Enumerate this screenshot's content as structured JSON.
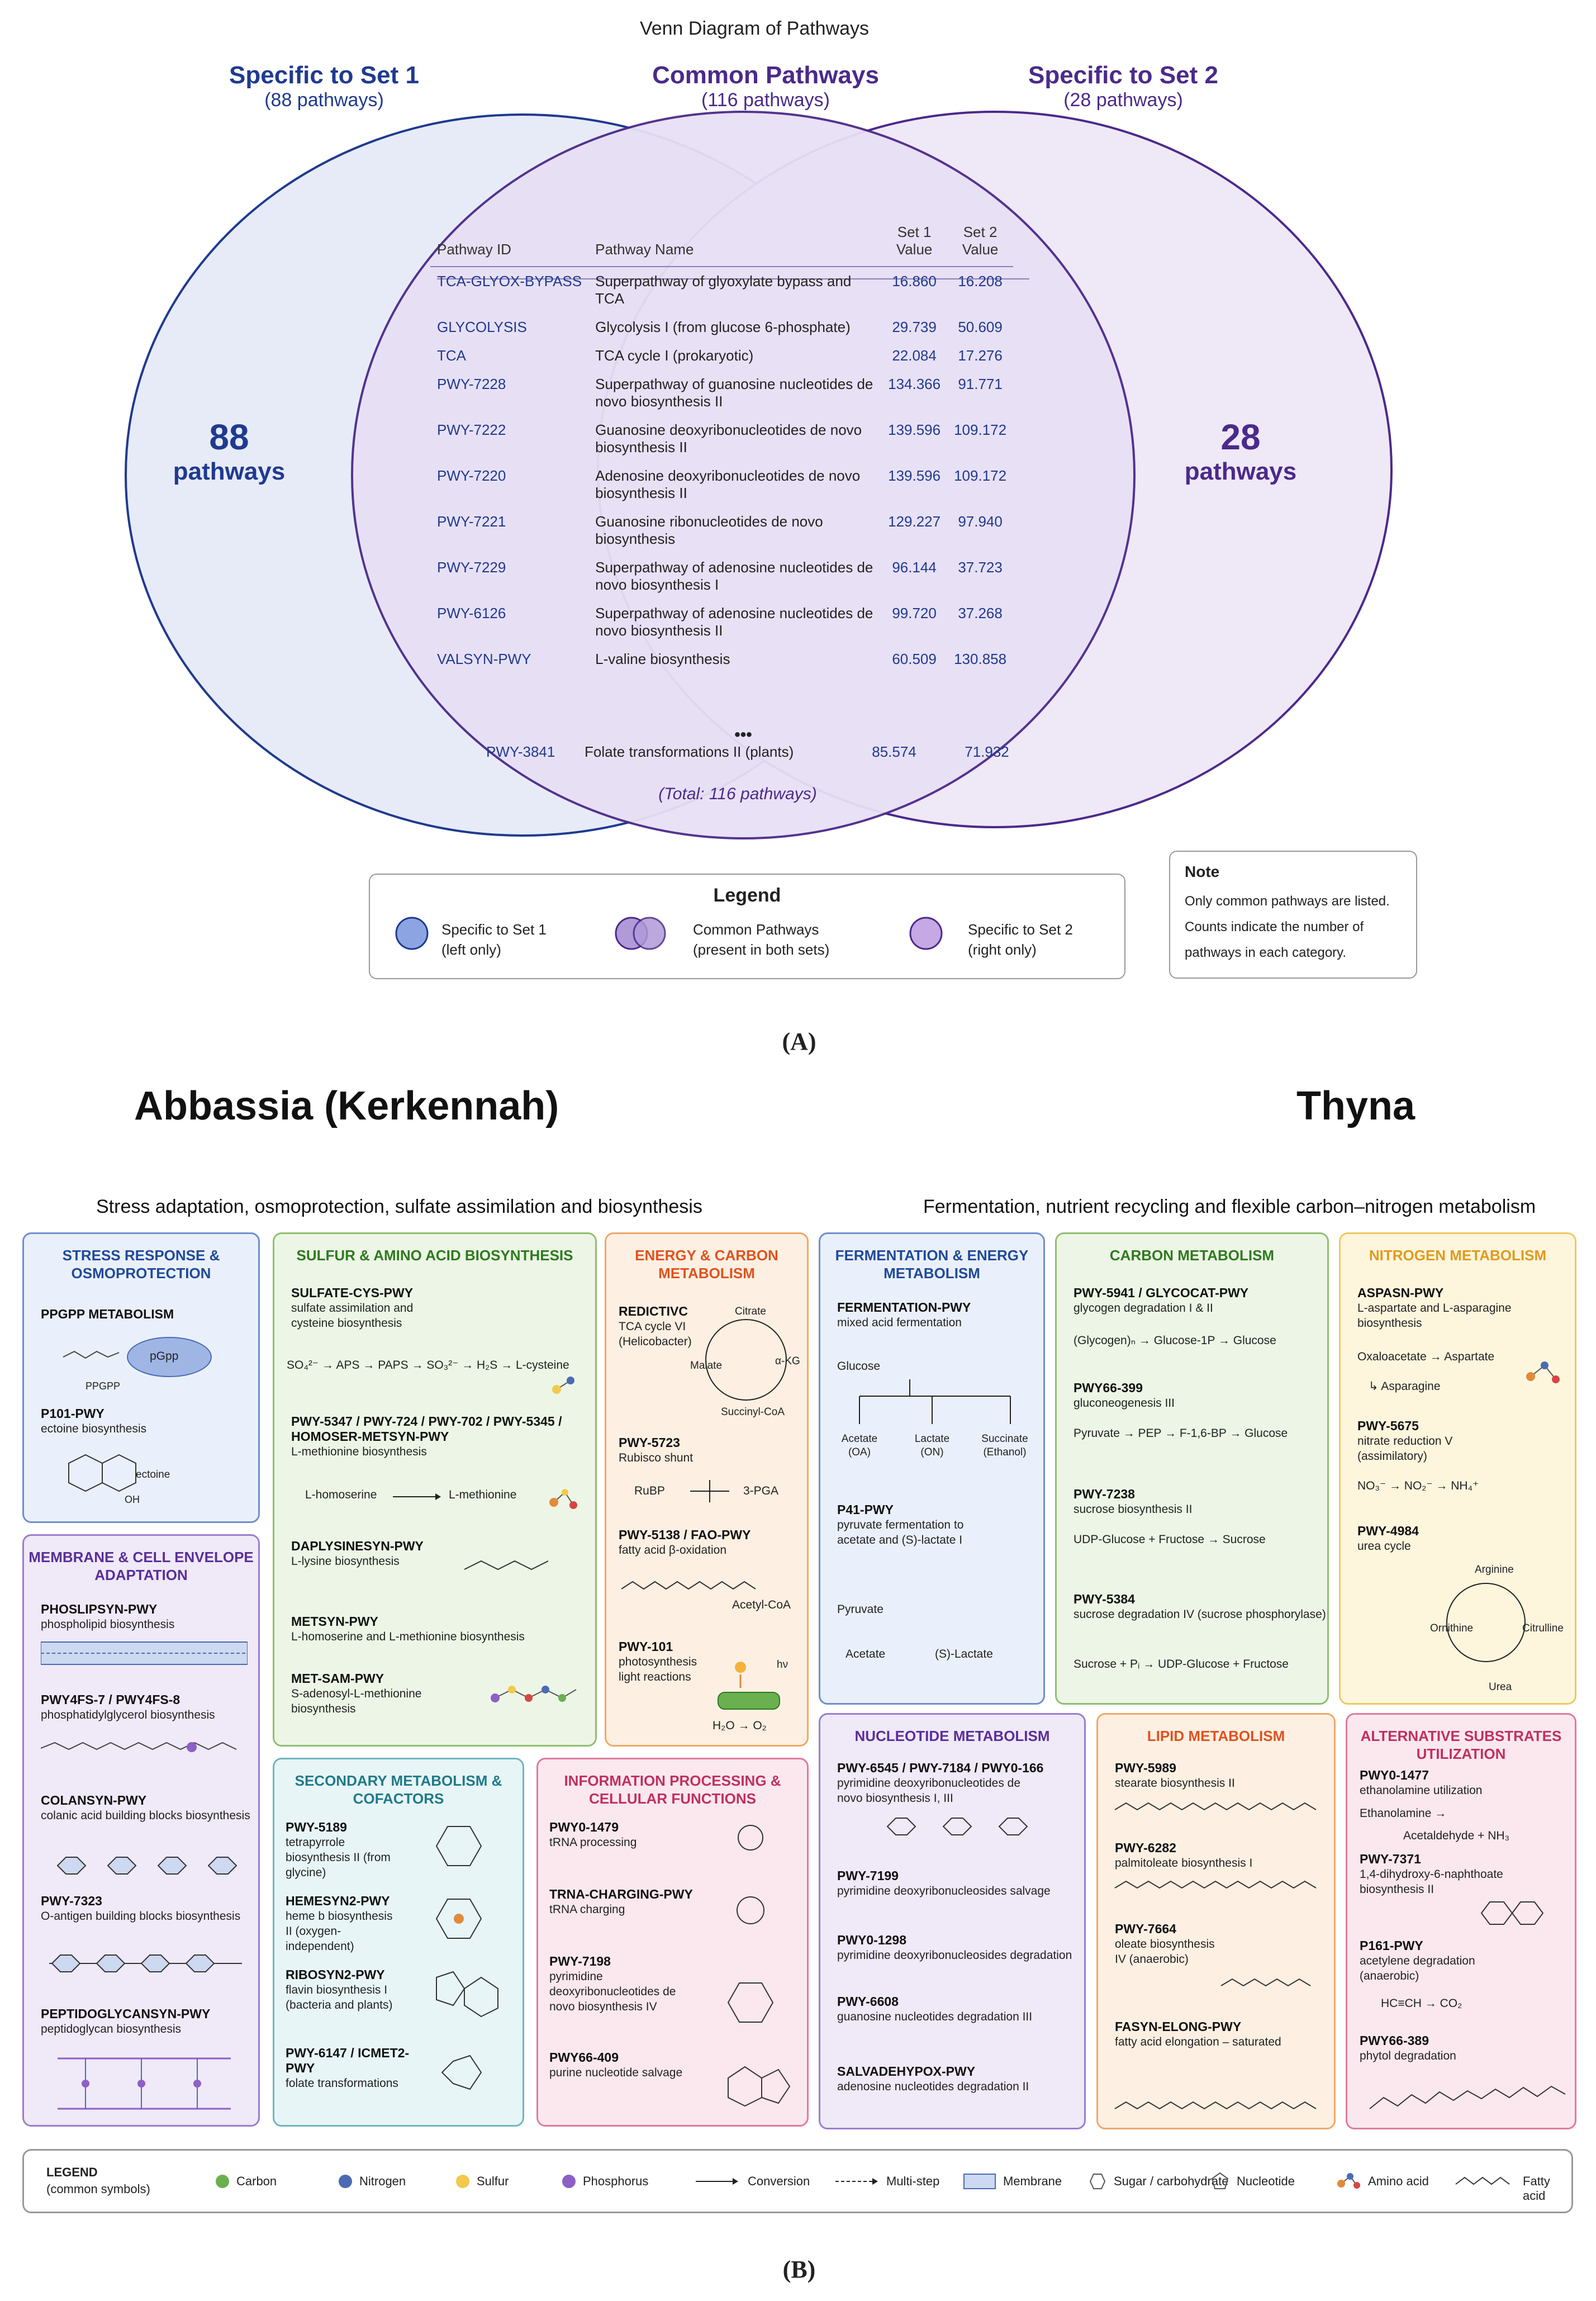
{
  "venn": {
    "title": "Venn Diagram of Pathways",
    "set1": {
      "name": "Specific to Set 1",
      "count_text": "(88 pathways)",
      "big_number": "88",
      "big_word": "pathways",
      "color": "#1f3a8f"
    },
    "common": {
      "name": "Common Pathways",
      "count_text": "(116 pathways)",
      "color": "#4b2a8a"
    },
    "set2": {
      "name": "Specific to Set 2",
      "count_text": "(28 pathways)",
      "big_number": "28",
      "big_word": "pathways",
      "color": "#4b2a8a"
    },
    "table": {
      "headers": {
        "id": "Pathway ID",
        "name": "Pathway Name",
        "set1": "Set 1",
        "set1b": "Value",
        "set2": "Set 2",
        "set2b": "Value"
      },
      "rows": [
        {
          "id": "TCA-GLYOX-BYPASS",
          "name": "Superpathway of glyoxylate bypass and TCA",
          "v1": "16.860",
          "v2": "16.208"
        },
        {
          "id": "GLYCOLYSIS",
          "name": "Glycolysis I (from glucose 6-phosphate)",
          "v1": "29.739",
          "v2": "50.609"
        },
        {
          "id": "TCA",
          "name": "TCA cycle I (prokaryotic)",
          "v1": "22.084",
          "v2": "17.276"
        },
        {
          "id": "PWY-7228",
          "name": "Superpathway of guanosine nucleotides de novo biosynthesis II",
          "v1": "134.366",
          "v2": "91.771"
        },
        {
          "id": "PWY-7222",
          "name": "Guanosine deoxyribonucleotides de novo biosynthesis II",
          "v1": "139.596",
          "v2": "109.172"
        },
        {
          "id": "PWY-7220",
          "name": "Adenosine deoxyribonucleotides de novo biosynthesis II",
          "v1": "139.596",
          "v2": "109.172"
        },
        {
          "id": "PWY-7221",
          "name": "Guanosine ribonucleotides de novo biosynthesis",
          "v1": "129.227",
          "v2": "97.940"
        },
        {
          "id": "PWY-7229",
          "name": "Superpathway of adenosine nucleotides de novo biosynthesis I",
          "v1": "96.144",
          "v2": "37.723"
        },
        {
          "id": "PWY-6126",
          "name": "Superpathway of adenosine nucleotides de novo biosynthesis II",
          "v1": "99.720",
          "v2": "37.268"
        },
        {
          "id": "VALSYN-PWY",
          "name": "L-valine biosynthesis",
          "v1": "60.509",
          "v2": "130.858"
        }
      ],
      "ellipsis": "•••",
      "last_row": {
        "id": "PWY-3841",
        "name": "Folate transformations II (plants)",
        "v1": "85.574",
        "v2": "71.932"
      },
      "total": "(Total: 116 pathways)"
    },
    "legend": {
      "title": "Legend",
      "items": [
        {
          "label1": "Specific to Set 1",
          "label2": "(left only)"
        },
        {
          "label1": "Common Pathways",
          "label2": "(present in both sets)"
        },
        {
          "label1": "Specific to Set 2",
          "label2": "(right only)"
        }
      ]
    },
    "note": {
      "title": "Note",
      "l1": "Only common pathways are listed.",
      "l2": "Counts indicate the number of",
      "l3": "pathways in each category."
    },
    "panel_label": "(A)"
  },
  "panelB": {
    "left_place": "Abbassia (Kerkennah)",
    "right_place": "Thyna",
    "left_sub": "Stress adaptation, osmoprotection, sulfate assimilation and biosynthesis",
    "right_sub": "Fermentation, nutrient recycling and flexible carbon–nitrogen metabolism",
    "panel_label": "(B)",
    "boxes": {
      "stress": {
        "title": "STRESS RESPONSE & OSMOPROTECTION",
        "i1": "PPGPP METABOLISM",
        "mol1": "pGpp",
        "mol1b": "PPGPP",
        "i2": "P101-PWY",
        "i2d": "ectoine biosynthesis",
        "mol2": "ectoine",
        "oh": "OH"
      },
      "membrane": {
        "title": "MEMBRANE & CELL ENVELOPE ADAPTATION",
        "items": [
          {
            "id": "PHOSLIPSYN-PWY",
            "d": "phospholipid biosynthesis"
          },
          {
            "id": "PWY4FS-7 / PWY4FS-8",
            "d": "phosphatidylglycerol biosynthesis"
          },
          {
            "id": "COLANSYN-PWY",
            "d": "colanic acid building blocks biosynthesis"
          },
          {
            "id": "PWY-7323",
            "d": "O-antigen building blocks biosynthesis"
          },
          {
            "id": "PEPTIDOGLYCANSYN-PWY",
            "d": "peptidoglycan biosynthesis"
          }
        ]
      },
      "sulfur": {
        "title": "SULFUR & AMINO ACID BIOSYNTHESIS",
        "i1": "SULFATE-CYS-PWY",
        "i1d": "sulfate assimilation and cysteine biosynthesis",
        "eq1": "SO₄²⁻ → APS → PAPS → SO₃²⁻ → H₂S → L-cysteine",
        "i2": "PWY-5347 / PWY-724 / PWY-702 / PWY-5345 / HOMOSER-METSYN-PWY",
        "i2d": "L-methionine biosynthesis",
        "eq2a": "L-homoserine",
        "eq2b": "L-methionine",
        "i3": "DAPLYSINESYN-PWY",
        "i3d": "L-lysine biosynthesis",
        "i4": "METSYN-PWY",
        "i4d": "L-homoserine and L-methionine biosynthesis",
        "i5": "MET-SAM-PWY",
        "i5d": "S-adenosyl-L-methionine biosynthesis"
      },
      "energy": {
        "title": "ENERGY & CARBON METABOLISM",
        "i1": "REDICTIVC",
        "i1d": "TCA cycle VI (Helicobacter)",
        "c1": "Citrate",
        "c2": "α-KG",
        "c3": "Succinyl-CoA",
        "c4": "Malate",
        "i2": "PWY-5723",
        "i2d": "Rubisco shunt",
        "rubp": "RuBP",
        "pga": "3-PGA",
        "i3": "PWY-5138 / FAO-PWY",
        "i3d": "fatty acid β-oxidation",
        "acoa": "Acetyl-CoA",
        "i4": "PWY-101",
        "i4d": "photosynthesis light reactions",
        "hv": "hν",
        "h2o": "H₂O → O₂"
      },
      "secondary": {
        "title": "SECONDARY METABOLISM & COFACTORS",
        "items": [
          {
            "id": "PWY-5189",
            "d": "tetrapyrrole biosynthesis II (from glycine)"
          },
          {
            "id": "HEMESYN2-PWY",
            "d": "heme b biosynthesis II (oxygen-independent)"
          },
          {
            "id": "RIBOSYN2-PWY",
            "d": "flavin biosynthesis I (bacteria and plants)"
          },
          {
            "id": "PWY-6147 / ICMET2-PWY",
            "d": "folate transformations"
          }
        ]
      },
      "info": {
        "title": "INFORMATION PROCESSING & CELLULAR FUNCTIONS",
        "items": [
          {
            "id": "PWY0-1479",
            "d": "tRNA processing"
          },
          {
            "id": "TRNA-CHARGING-PWY",
            "d": "tRNA charging"
          },
          {
            "id": "PWY-7198",
            "d": "pyrimidine deoxyribonucleotides de novo biosynthesis IV"
          },
          {
            "id": "PWY66-409",
            "d": "purine nucleotide salvage"
          }
        ]
      },
      "ferment": {
        "title": "FERMENTATION & ENERGY METABOLISM",
        "i1": "FERMENTATION-PWY",
        "i1d": "mixed acid fermentation",
        "glucose": "Glucose",
        "p1": "Acetate",
        "p1b": "(OA)",
        "p2": "Lactate",
        "p2b": "(ON)",
        "p3": "Succinate",
        "p3b": "(Ethanol)",
        "i2": "P41-PWY",
        "i2d": "pyruvate fermentation to acetate and (S)-lactate I",
        "pyr": "Pyruvate",
        "ace": "Acetate",
        "lac": "(S)-Lactate"
      },
      "carbon": {
        "title": "CARBON METABOLISM",
        "i1": "PWY-5941 / GLYCOCAT-PWY",
        "i1d": "glycogen degradation I & II",
        "eq1": "(Glycogen)ₙ → Glucose-1P → Glucose",
        "i2": "PWY66-399",
        "i2d": "gluconeogenesis III",
        "eq2": "Pyruvate → PEP → F-1,6-BP → Glucose",
        "i3": "PWY-7238",
        "i3d": "sucrose biosynthesis II",
        "eq3": "UDP-Glucose + Fructose → Sucrose",
        "i4": "PWY-5384",
        "i4d": "sucrose degradation IV (sucrose phosphorylase)",
        "eq4": "Sucrose + Pᵢ → UDP-Glucose + Fructose"
      },
      "nitrogen": {
        "title": "NITROGEN METABOLISM",
        "i1": "ASPASN-PWY",
        "i1d": "L-aspartate and L-asparagine biosynthesis",
        "eq1": "Oxaloacetate → Aspartate",
        "eq1b": "↳ Asparagine",
        "i2": "PWY-5675",
        "i2d": "nitrate reduction V (assimilatory)",
        "eq2": "NO₃⁻ → NO₂⁻ → NH₄⁺",
        "i3": "PWY-4984",
        "i3d": "urea cycle",
        "u1": "Arginine",
        "u2": "Citrulline",
        "u3": "Urea",
        "u4": "Ornithine"
      },
      "nucleotide": {
        "title": "NUCLEOTIDE METABOLISM",
        "items": [
          {
            "id": "PWY-6545 / PWY-7184 / PWY0-166",
            "d": "pyrimidine deoxyribonucleotides de novo biosynthesis I, III"
          },
          {
            "id": "PWY-7199",
            "d": "pyrimidine deoxyribonucleosides salvage"
          },
          {
            "id": "PWY0-1298",
            "d": "pyrimidine deoxyribonucleosides degradation"
          },
          {
            "id": "PWY-6608",
            "d": "guanosine nucleotides degradation III"
          },
          {
            "id": "SALVADEHYPOX-PWY",
            "d": "adenosine nucleotides degradation II"
          }
        ]
      },
      "lipid": {
        "title": "LIPID METABOLISM",
        "items": [
          {
            "id": "PWY-5989",
            "d": "stearate biosynthesis II"
          },
          {
            "id": "PWY-6282",
            "d": "palmitoleate biosynthesis I"
          },
          {
            "id": "PWY-7664",
            "d": "oleate biosynthesis IV (anaerobic)"
          },
          {
            "id": "FASYN-ELONG-PWY",
            "d": "fatty acid elongation – saturated"
          }
        ]
      },
      "alt": {
        "title": "ALTERNATIVE SUBSTRATES UTILIZATION",
        "i1": "PWY0-1477",
        "i1d": "ethanolamine utilization",
        "eq1": "Ethanolamine →",
        "eq1b": "Acetaldehyde + NH₃",
        "i2": "PWY-7371",
        "i2d": "1,4-dihydroxy-6-naphthoate biosynthesis II",
        "i3": "P161-PWY",
        "i3d": "acetylene degradation (anaerobic)",
        "eq3": "HC≡CH → CO₂",
        "i4": "PWY66-389",
        "i4d": "phytol degradation"
      }
    },
    "legend": {
      "title": "LEGEND",
      "sub": "(common symbols)",
      "items": [
        "Carbon",
        "Nitrogen",
        "Sulfur",
        "Phosphorus",
        "Conversion",
        "Multi-step",
        "Membrane",
        "Sugar / carbohydrate",
        "Nucleotide",
        "Amino acid",
        "Fatty acid"
      ]
    }
  }
}
